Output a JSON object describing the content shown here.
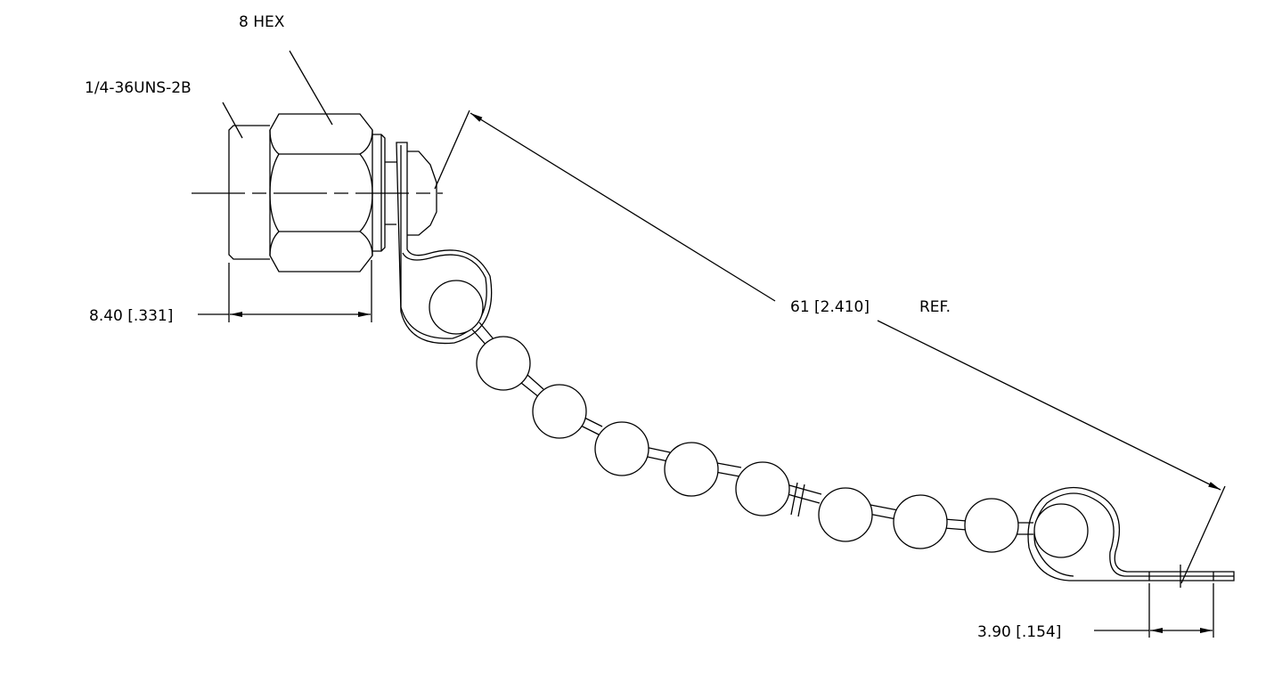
{
  "labels": {
    "hex": "8 HEX",
    "thread": "1/4-36UNS-2B",
    "length_dim": "8.40 [.331]",
    "chain_dim": "61 [2.410]",
    "chain_ref": "REF.",
    "tab_dim": "3.90 [.154]"
  },
  "colors": {
    "line": "#000000",
    "background": "#ffffff"
  }
}
